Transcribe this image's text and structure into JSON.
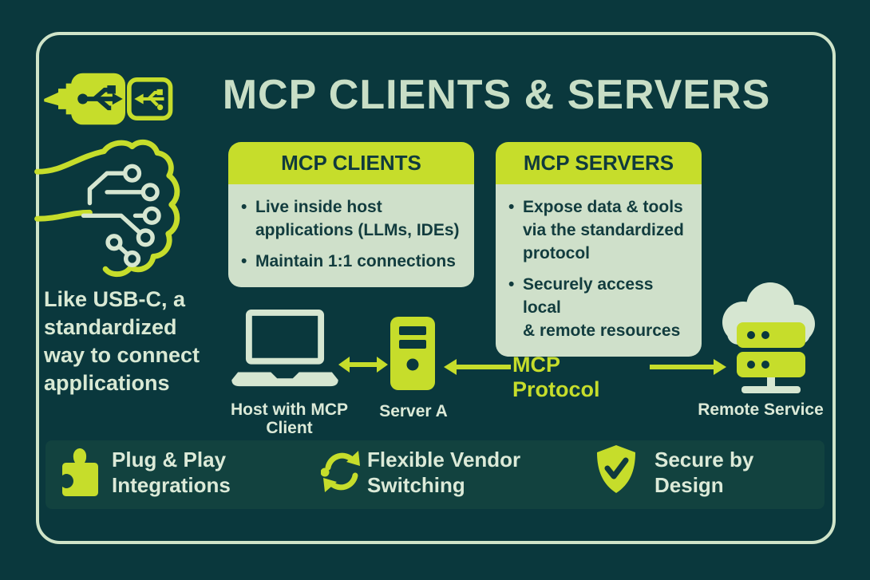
{
  "title": "MCP CLIENTS & SERVERS",
  "tagline": "Like USB-C, a\nstandardized\nway to connect\napplications",
  "cards": [
    {
      "header": "MCP CLIENTS",
      "bullets": [
        "Live inside host\napplications (LLMs, IDEs)",
        "Maintain 1:1 connections"
      ]
    },
    {
      "header": "MCP SERVERS",
      "bullets": [
        "Expose data & tools\nvia the standardized\nprotocol",
        "Securely access local\n& remote resources"
      ]
    }
  ],
  "diagram": {
    "host_label": "Host with MCP\nClient",
    "server_label": "Server A",
    "protocol_label": "MCP Protocol",
    "remote_label": "Remote Service"
  },
  "features": [
    {
      "icon": "puzzle-icon",
      "label": "Plug & Play\nIntegrations"
    },
    {
      "icon": "refresh-icon",
      "label": "Flexible Vendor\nSwitching"
    },
    {
      "icon": "shield-check-icon",
      "label": "Secure by\nDesign"
    }
  ],
  "colors": {
    "background": "#0a383d",
    "band": "#12423f",
    "border": "#cfe4c9",
    "accent_yellow_green": "#c6dd2b",
    "sage": "#d6e6d1",
    "card_body": "#cfe0ca",
    "dark_text": "#103a3d"
  }
}
